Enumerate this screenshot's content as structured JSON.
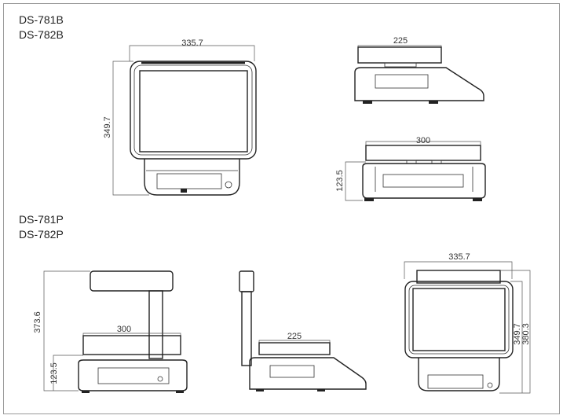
{
  "models_b": {
    "line1": "DS-781B",
    "line2": "DS-782B"
  },
  "models_p": {
    "line1": "DS-781P",
    "line2": "DS-782P"
  },
  "dimensions": {
    "b_front_width": "335.7",
    "b_front_height": "349.7",
    "b_side_platter": "225",
    "b_rear_platter": "300",
    "b_rear_height": "123.5",
    "p_front_total_height": "373.6",
    "p_front_platter": "300",
    "p_front_base_height": "123.5",
    "p_side_platter": "225",
    "p_rear_width": "335.7",
    "p_rear_height_1": "349.7",
    "p_rear_height_2": "380.3"
  }
}
